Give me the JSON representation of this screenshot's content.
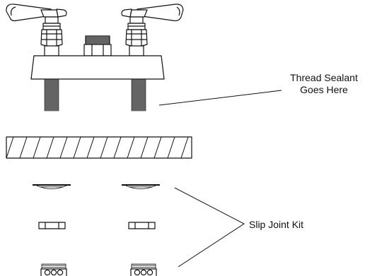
{
  "labels": {
    "thread_sealant_line1": "Thread Sealant",
    "thread_sealant_line2": "Goes Here",
    "slip_joint": "Slip Joint Kit"
  },
  "colors": {
    "stroke": "#111111",
    "background": "#ffffff"
  }
}
